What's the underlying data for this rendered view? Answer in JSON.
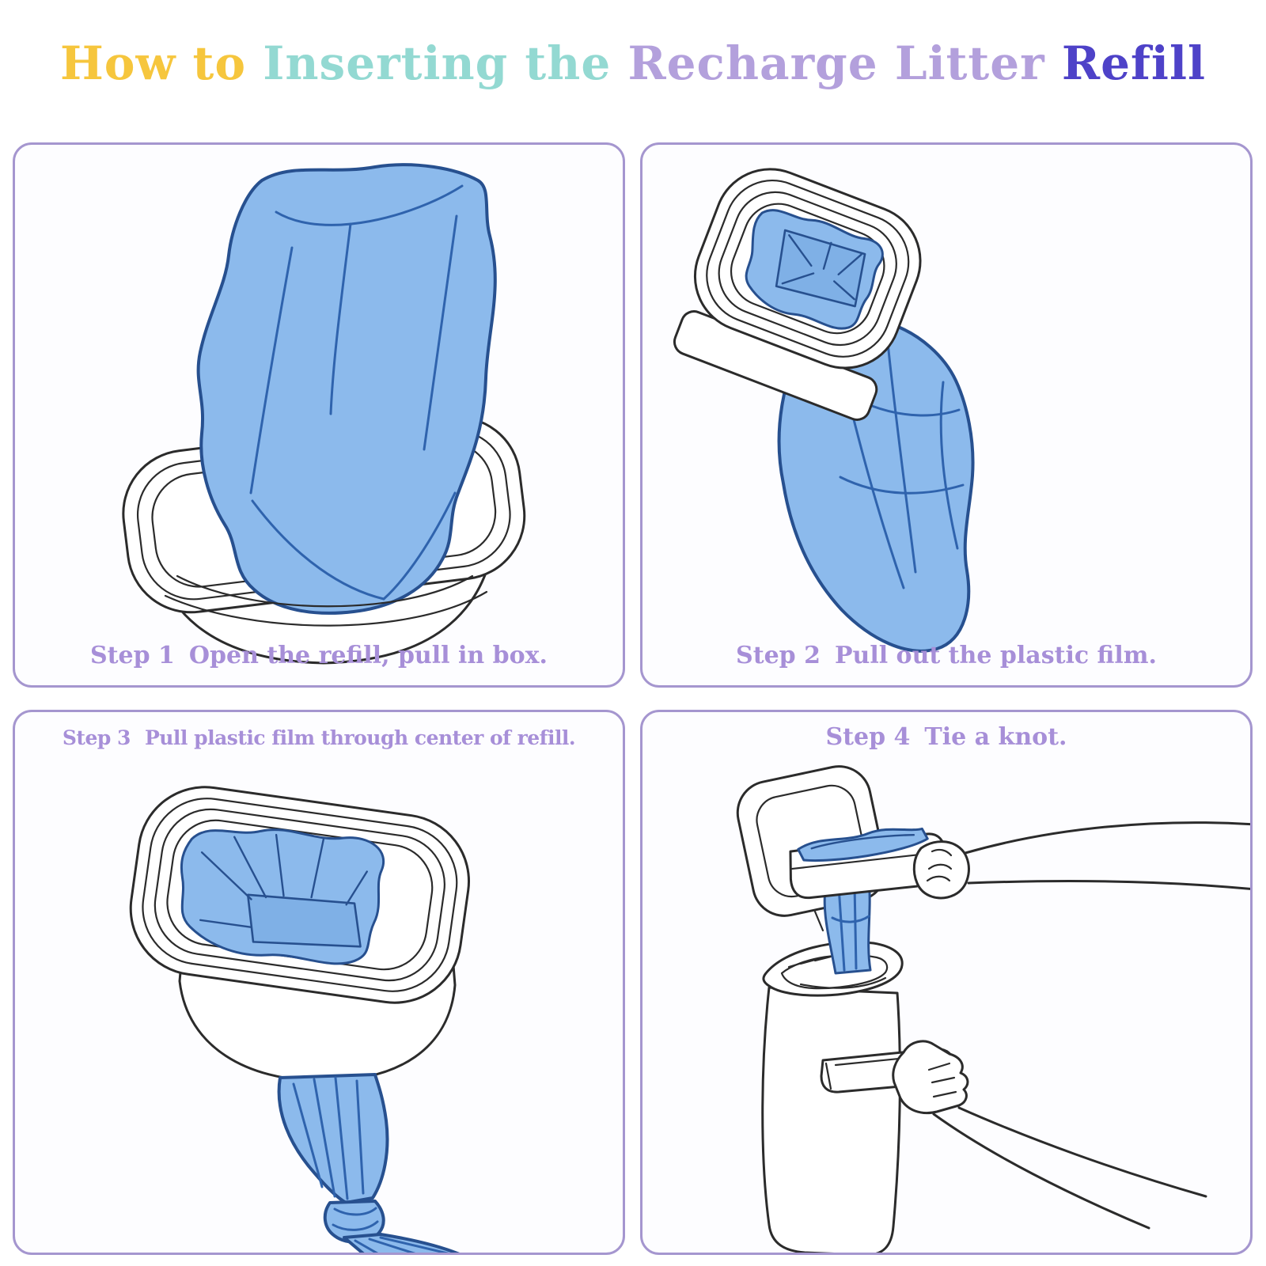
{
  "page_title": "How to Inserting the Recharge Litter Refill",
  "title_segments": [
    {
      "text": "How to ",
      "color": "#F6C63D"
    },
    {
      "text": "Inserting the ",
      "color": "#93D9D2"
    },
    {
      "text": "Recharge Litter ",
      "color": "#B3A0DC"
    },
    {
      "text": "Refill",
      "color": "#4E42C8"
    }
  ],
  "panels": [
    {
      "step_label": "Step 1",
      "step_text": "Open the refill, pull in box.",
      "caption_position": "bottom",
      "illustration": "refill-bag-standing-in-opened-box"
    },
    {
      "step_label": "Step 2",
      "step_text": "Pull out the plastic film.",
      "caption_position": "bottom",
      "illustration": "box-tilted-with-film-pulled-out"
    },
    {
      "step_label": "Step 3",
      "step_text": "Pull plastic film through center of refill.",
      "caption_position": "top",
      "illustration": "film-pulled-through-center-with-knotted-tail"
    },
    {
      "step_label": "Step 4",
      "step_text": "Tie a knot.",
      "caption_position": "top",
      "illustration": "hands-inserting-refill-into-litter-pail"
    }
  ],
  "colors": {
    "background": "#FFFFFF",
    "panel_border": "#A596CF",
    "caption_text": "#A78FD8",
    "film_fill": "#8CBAEC",
    "film_outline": "#27508F",
    "film_crease": "#2F63AD",
    "line_art": "#2B2B2B"
  }
}
